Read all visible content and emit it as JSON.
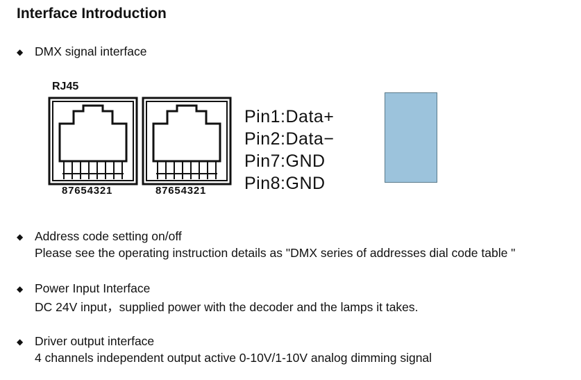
{
  "title": "Interface Introduction",
  "bullets": [
    {
      "symbol": "◆",
      "heading": "DMX signal interface"
    },
    {
      "symbol": "◆",
      "heading": "Address code setting on/off",
      "detail": "Please see the operating instruction details as \"DMX series of addresses dial code table \""
    },
    {
      "symbol": "◆",
      "heading": "Power Input Interface",
      "detail": "DC 24V input，supplied power with the decoder and the lamps it takes."
    },
    {
      "symbol": "◆",
      "heading": "Driver output interface",
      "detail": "4 channels independent output active 0-10V/1-10V analog dimming signal"
    }
  ],
  "diagram": {
    "connector_label": "RJ45",
    "jack_pin_numbers": [
      "87654321",
      "87654321"
    ],
    "pins": [
      {
        "pin": "Pin1",
        "signal": "Data+"
      },
      {
        "pin": "Pin2",
        "signal": "Data−"
      },
      {
        "pin": "Pin7",
        "signal": "GND"
      },
      {
        "pin": "Pin8",
        "signal": "GND"
      }
    ],
    "swatch_color": "#9cc3dc"
  }
}
